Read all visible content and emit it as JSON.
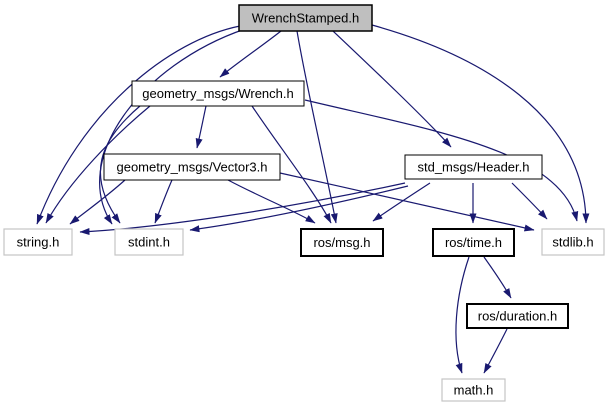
{
  "diagram": {
    "kind": "include-dependency-graph",
    "root_file": "WrenchStamped.h",
    "colors": {
      "edge": "#191970",
      "root_fill": "#bfbfbf",
      "node_fill": "#ffffff",
      "linked_border": "#000000",
      "external_border": "#c4c4c4",
      "text": "#000000",
      "background": "#ffffff"
    },
    "nodes": [
      {
        "id": "wrenchstamped",
        "label": "WrenchStamped.h",
        "kind": "root"
      },
      {
        "id": "wrench",
        "label": "geometry_msgs/Wrench.h",
        "kind": "linked"
      },
      {
        "id": "vector3",
        "label": "geometry_msgs/Vector3.h",
        "kind": "linked"
      },
      {
        "id": "header",
        "label": "std_msgs/Header.h",
        "kind": "linked"
      },
      {
        "id": "string",
        "label": "string.h",
        "kind": "external"
      },
      {
        "id": "stdint",
        "label": "stdint.h",
        "kind": "external"
      },
      {
        "id": "msg",
        "label": "ros/msg.h",
        "kind": "linked"
      },
      {
        "id": "time",
        "label": "ros/time.h",
        "kind": "linked"
      },
      {
        "id": "stdlib",
        "label": "stdlib.h",
        "kind": "external"
      },
      {
        "id": "duration",
        "label": "ros/duration.h",
        "kind": "linked"
      },
      {
        "id": "math",
        "label": "math.h",
        "kind": "external"
      }
    ],
    "edges": [
      {
        "from": "WrenchStamped.h",
        "to": "geometry_msgs/Wrench.h"
      },
      {
        "from": "WrenchStamped.h",
        "to": "std_msgs/Header.h"
      },
      {
        "from": "WrenchStamped.h",
        "to": "ros/msg.h"
      },
      {
        "from": "WrenchStamped.h",
        "to": "string.h"
      },
      {
        "from": "WrenchStamped.h",
        "to": "stdint.h"
      },
      {
        "from": "WrenchStamped.h",
        "to": "stdlib.h"
      },
      {
        "from": "geometry_msgs/Wrench.h",
        "to": "geometry_msgs/Vector3.h"
      },
      {
        "from": "geometry_msgs/Wrench.h",
        "to": "string.h"
      },
      {
        "from": "geometry_msgs/Wrench.h",
        "to": "stdint.h"
      },
      {
        "from": "geometry_msgs/Wrench.h",
        "to": "ros/msg.h"
      },
      {
        "from": "geometry_msgs/Wrench.h",
        "to": "stdlib.h"
      },
      {
        "from": "geometry_msgs/Vector3.h",
        "to": "string.h"
      },
      {
        "from": "geometry_msgs/Vector3.h",
        "to": "stdint.h"
      },
      {
        "from": "geometry_msgs/Vector3.h",
        "to": "ros/msg.h"
      },
      {
        "from": "geometry_msgs/Vector3.h",
        "to": "stdlib.h"
      },
      {
        "from": "std_msgs/Header.h",
        "to": "string.h"
      },
      {
        "from": "std_msgs/Header.h",
        "to": "stdint.h"
      },
      {
        "from": "std_msgs/Header.h",
        "to": "ros/msg.h"
      },
      {
        "from": "std_msgs/Header.h",
        "to": "ros/time.h"
      },
      {
        "from": "std_msgs/Header.h",
        "to": "stdlib.h"
      },
      {
        "from": "ros/time.h",
        "to": "ros/duration.h"
      },
      {
        "from": "ros/time.h",
        "to": "math.h"
      },
      {
        "from": "ros/duration.h",
        "to": "math.h"
      }
    ]
  }
}
